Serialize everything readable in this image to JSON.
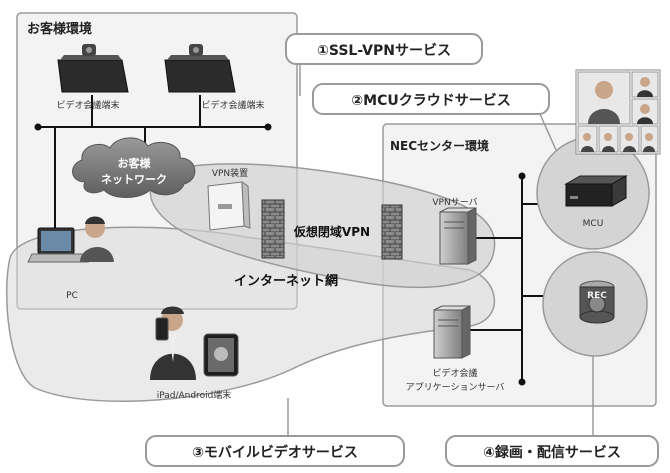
{
  "customer_env": {
    "title": "お客様環境"
  },
  "nec_env": {
    "title": "NECセンター環境"
  },
  "services": {
    "ssl_vpn": "①SSL-VPNサービス",
    "mcu_cloud": "②MCUクラウドサービス",
    "mobile_video": "③モバイルビデオサービス",
    "recording": "④録画・配信サービス"
  },
  "devices": {
    "video_terminal_1": "ビデオ会議端末",
    "video_terminal_2": "ビデオ会議端末",
    "vpn_device": "VPN装置",
    "pc": "PC",
    "ipad_android": "iPad/Android端末",
    "vpn_server": "VPNサーバ",
    "video_app_server_line1": "ビデオ会議",
    "video_app_server_line2": "アプリケーションサーバ",
    "mcu": "MCU",
    "rec": "REC"
  },
  "networks": {
    "customer_network_line1": "お客様",
    "customer_network_line2": "ネットワーク",
    "closed_vpn": "仮想閉域VPN",
    "internet": "インターネット網"
  }
}
